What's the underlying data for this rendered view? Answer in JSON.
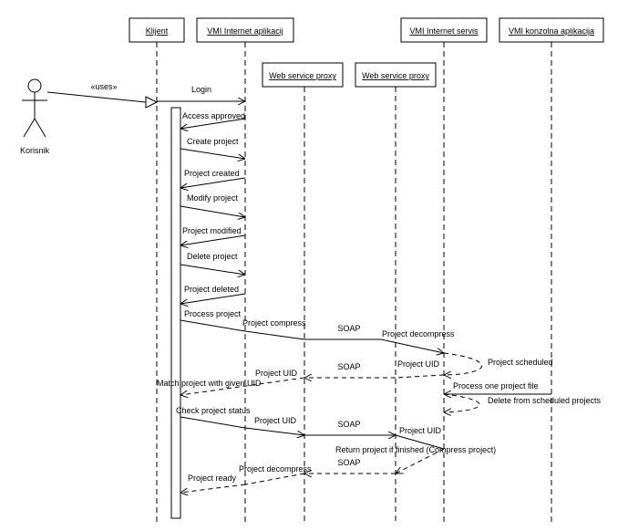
{
  "actor": {
    "name": "Korisnik",
    "uses_label": "«uses»"
  },
  "participants": [
    {
      "id": "klijent",
      "label": "Klijent"
    },
    {
      "id": "vmi_app",
      "label": "VMI Internet aplikacij"
    },
    {
      "id": "proxy1",
      "label": "Web service proxy"
    },
    {
      "id": "proxy2",
      "label": "Web service proxy"
    },
    {
      "id": "vmi_servis",
      "label": "VMI Internet servis"
    },
    {
      "id": "vmi_konzola",
      "label": "VMI konzolna aplikacija"
    }
  ],
  "messages": [
    {
      "label": "Login"
    },
    {
      "label": "Access approved"
    },
    {
      "label": "Create project"
    },
    {
      "label": "Project created"
    },
    {
      "label": "Modify project"
    },
    {
      "label": "Project modified"
    },
    {
      "label": "Delete project"
    },
    {
      "label": "Project deleted"
    },
    {
      "label": "Process project"
    },
    {
      "label": "Project compress"
    },
    {
      "label": "SOAP"
    },
    {
      "label": "Project decompress"
    },
    {
      "label": "Project scheduled"
    },
    {
      "label": "SOAP"
    },
    {
      "label": "Project UID"
    },
    {
      "label": "Project UID"
    },
    {
      "label": "Match project with given UID"
    },
    {
      "label": "Process one project file"
    },
    {
      "label": "Delete from scheduled projects"
    },
    {
      "label": "Check project status"
    },
    {
      "label": "Project UID"
    },
    {
      "label": "SOAP"
    },
    {
      "label": "Project UID"
    },
    {
      "label": "Return project if finished (Compress project)"
    },
    {
      "label": "Project decompress"
    },
    {
      "label": "SOAP"
    },
    {
      "label": "Project ready"
    }
  ]
}
